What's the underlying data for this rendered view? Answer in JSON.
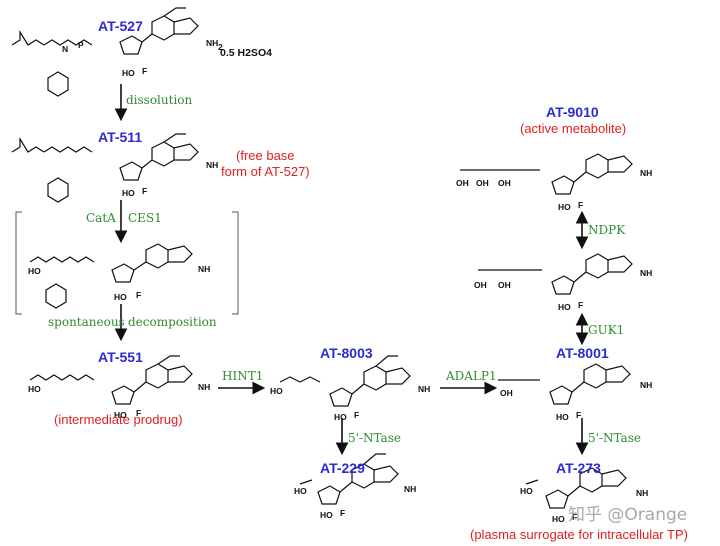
{
  "compounds": {
    "at527": "AT-527",
    "at511": "AT-511",
    "at551": "AT-551",
    "at8003": "AT-8003",
    "at229": "AT-229",
    "at9010": "AT-9010",
    "at8001": "AT-8001",
    "at273": "AT-273"
  },
  "notes": {
    "salt": "0.5 H2SO4",
    "free_base_1": "(free base",
    "free_base_2": "form of AT-527)",
    "active": "(active metabolite)",
    "intermediate": "(intermediate prodrug)",
    "plasma": "(plasma surrogate for intracellular TP)"
  },
  "enzymes": {
    "dissolution": "dissolution",
    "cata": "CatA",
    "ces1": "CES1",
    "spontaneous": "spontaneous",
    "decomposition": "decomposition",
    "hint1": "HINT1",
    "adalp1": "ADALP1",
    "ntase_1": "5'-NTase",
    "ntase_2": "5'-NTase",
    "nrk": "NDPK",
    "guk1": "GUK1"
  },
  "watermark": "知乎 @Orange"
}
